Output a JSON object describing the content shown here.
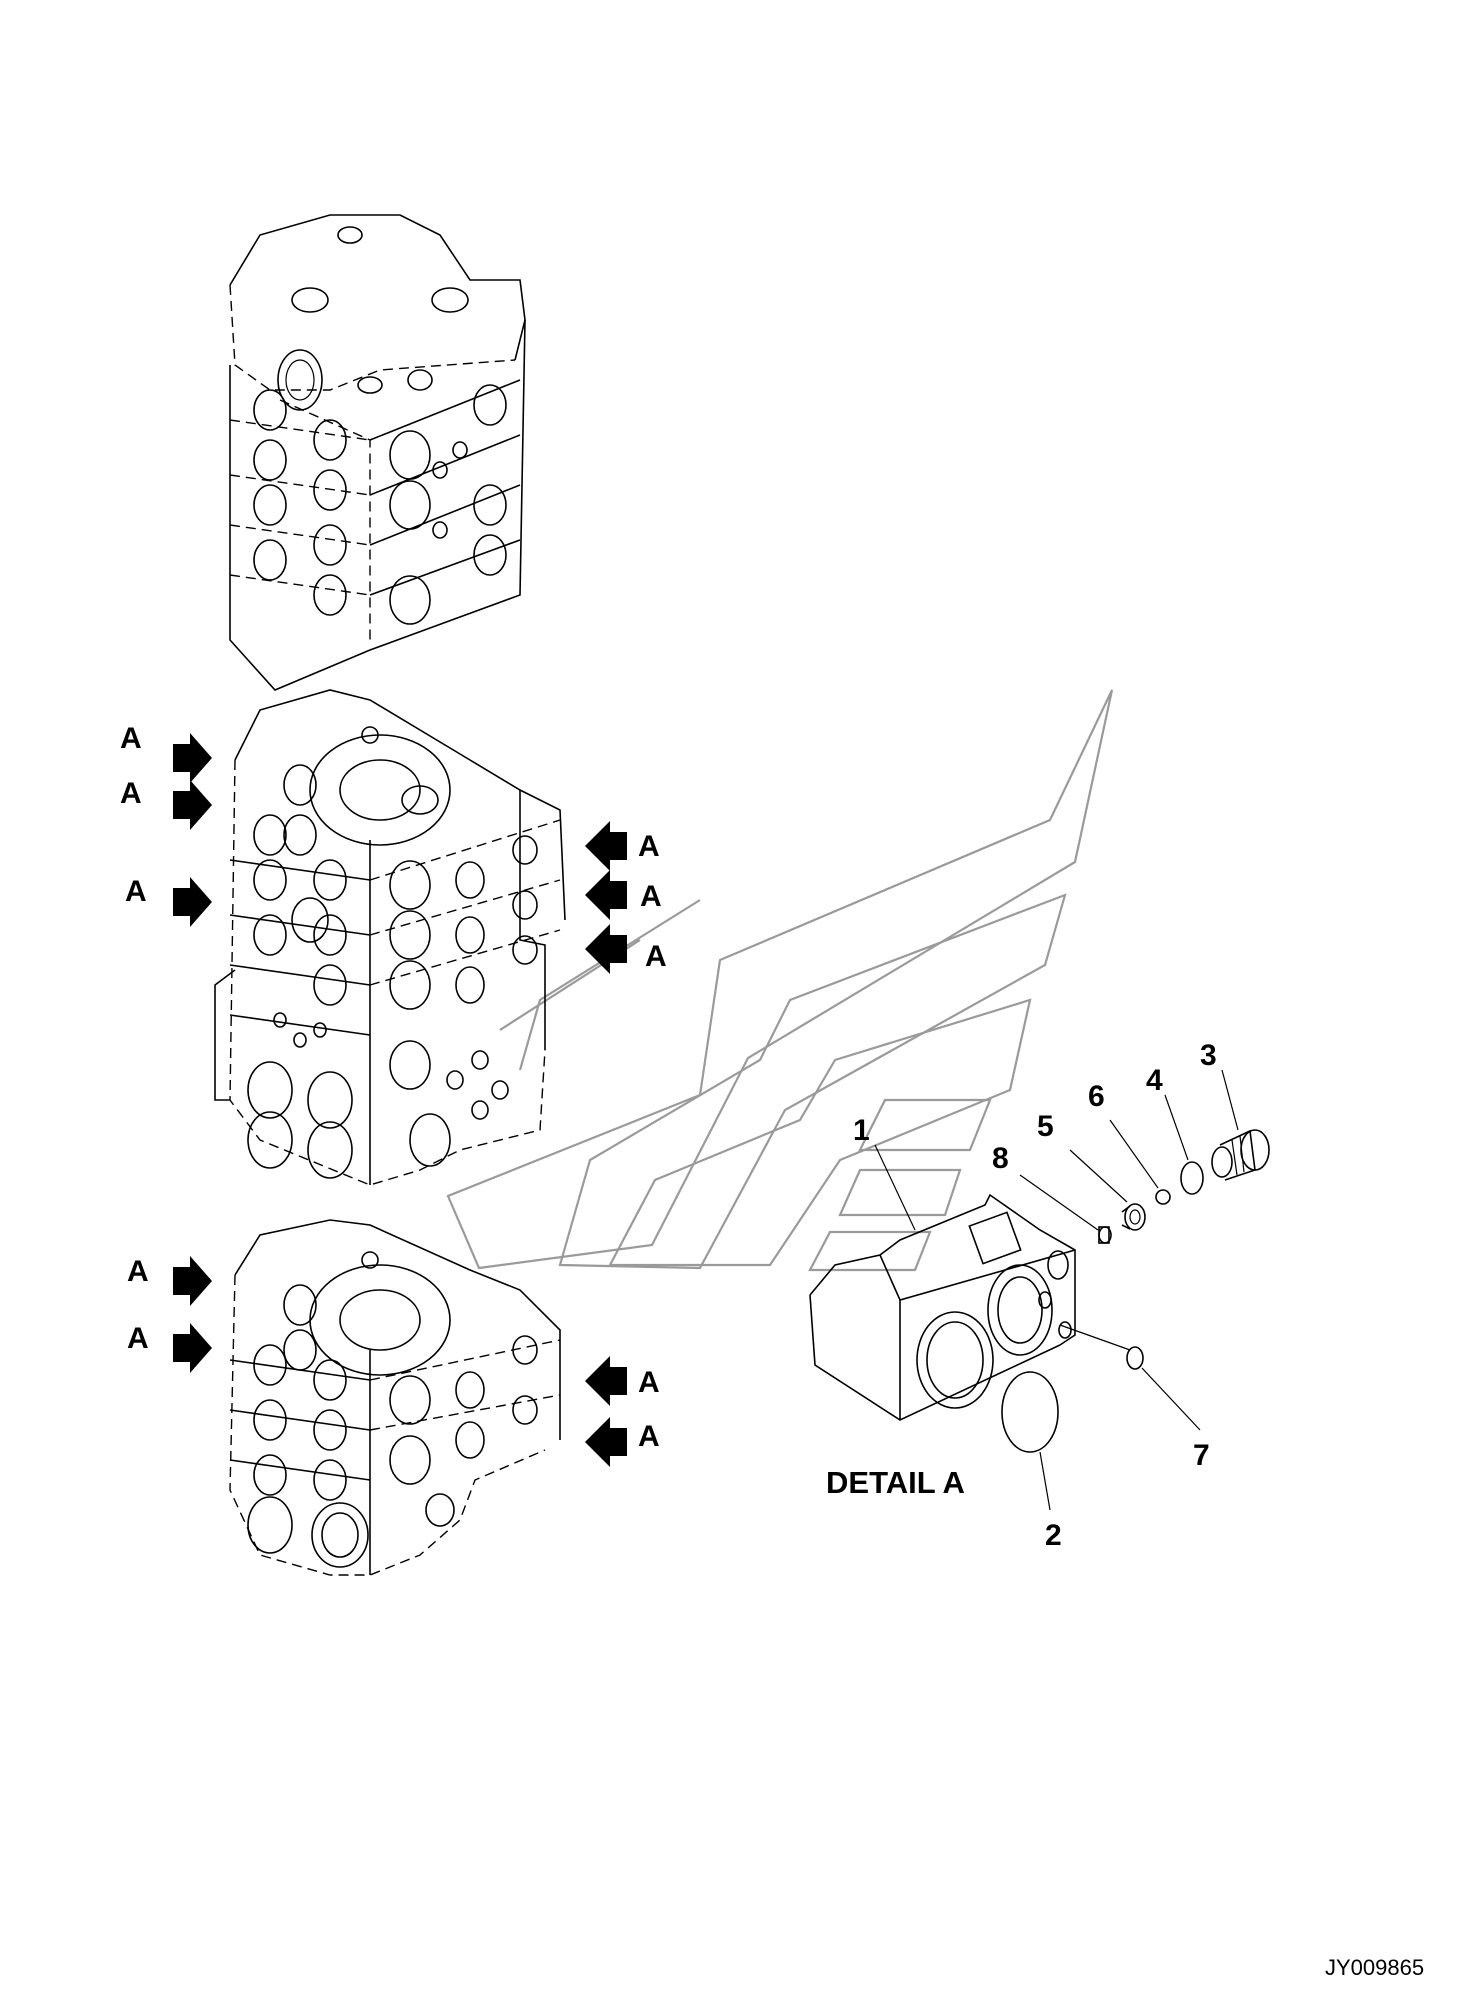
{
  "diagram": {
    "detail_title": "DETAIL A",
    "drawing_code": "JY009865",
    "view_marker": "A",
    "part_callouts": [
      "1",
      "2",
      "3",
      "4",
      "5",
      "6",
      "7",
      "8"
    ]
  }
}
